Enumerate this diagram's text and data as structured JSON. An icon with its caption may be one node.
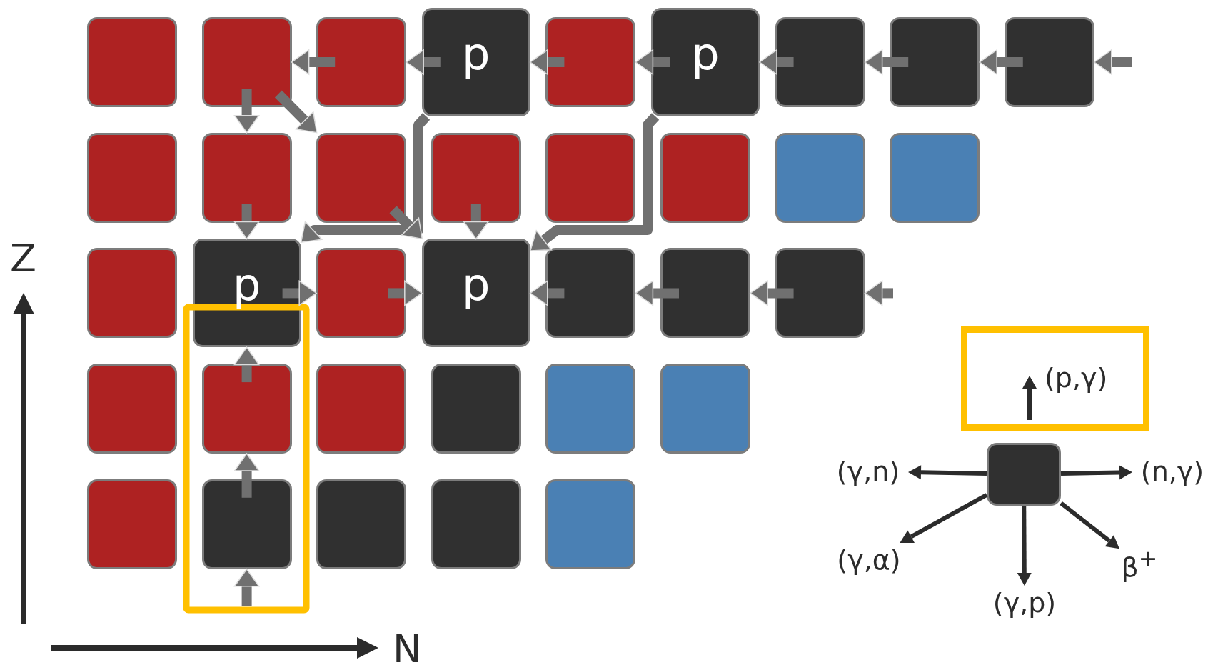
{
  "diagram": {
    "nodes": [
      {
        "text": [],
        "shape": "box"
      },
      {
        "text": [],
        "shape": "box"
      },
      {
        "text": [],
        "shape": "box"
      },
      {
        "text": [
          "p"
        ]
      },
      {
        "text": [],
        "shape": "box"
      },
      {
        "text": [
          "p"
        ]
      },
      {
        "text": [],
        "shape": "box"
      },
      {
        "text": [],
        "shape": "box"
      },
      {
        "text": [],
        "shape": "box"
      },
      {
        "text": [],
        "shape": "box"
      },
      {
        "text": [],
        "shape": "box"
      },
      {
        "text": [],
        "shape": "box"
      },
      {
        "text": [],
        "shape": "box"
      },
      {
        "text": [],
        "shape": "box"
      },
      {
        "text": [],
        "shape": "box"
      },
      {
        "text": [],
        "shape": "box"
      },
      {
        "text": [],
        "shape": "box"
      },
      {
        "text": [],
        "shape": "box"
      },
      {
        "text": [
          "p"
        ]
      },
      {
        "text": [],
        "shape": "box"
      },
      {
        "text": [
          "p"
        ]
      },
      {
        "text": [],
        "shape": "box"
      },
      {
        "text": [],
        "shape": "box"
      },
      {
        "text": [],
        "shape": "box"
      },
      {
        "text": [],
        "shape": "box"
      },
      {
        "text": [],
        "shape": "box"
      },
      {
        "text": [],
        "shape": "box"
      },
      {
        "text": [],
        "shape": "box"
      },
      {
        "text": [],
        "shape": "box"
      },
      {
        "text": [],
        "shape": "box"
      },
      {
        "text": [],
        "shape": "box"
      },
      {
        "text": [],
        "shape": "box"
      },
      {
        "text": [],
        "shape": "box"
      },
      {
        "text": [],
        "shape": "box"
      },
      {
        "text": [],
        "shape": "box"
      },
      {
        "text": [
          "(p,γ)"
        ]
      },
      {
        "text": [],
        "shape": "box"
      },
      {
        "text": [
          "(γ,n)"
        ]
      },
      {
        "text": [
          "(n,γ)"
        ]
      },
      {
        "text": [
          "(γ,α)"
        ]
      },
      {
        "text": [
          "(γ,p)"
        ]
      },
      {
        "text": [
          "β$^{+}$"
        ]
      }
    ],
    "edges": [
      {
        "from": null,
        "to": 8,
        "arrow": "to"
      },
      {
        "from": 8,
        "to": 7,
        "arrow": "to"
      },
      {
        "from": 7,
        "to": 6,
        "arrow": "to"
      },
      {
        "from": 6,
        "to": 5,
        "arrow": "to"
      },
      {
        "from": 5,
        "to": 4,
        "arrow": "to"
      },
      {
        "from": 4,
        "to": 3,
        "arrow": "to"
      },
      {
        "from": 3,
        "to": 2,
        "arrow": "to"
      },
      {
        "from": 2,
        "to": 1,
        "arrow": "to"
      },
      {
        "from": 5,
        "to": 20,
        "arrow": "to"
      },
      {
        "from": 3,
        "to": 18,
        "arrow": "to"
      },
      {
        "from": 1,
        "to": 10,
        "arrow": "to"
      },
      {
        "from": 1,
        "to": 11,
        "arrow": "to"
      },
      {
        "from": 10,
        "to": 18,
        "arrow": "to"
      },
      {
        "from": 11,
        "to": 20,
        "arrow": "to"
      },
      {
        "from": 12,
        "to": 20,
        "arrow": "to"
      },
      {
        "from": 18,
        "to": 19,
        "arrow": "to"
      },
      {
        "from": 19,
        "to": 20,
        "arrow": "to"
      },
      {
        "from": null,
        "to": 23,
        "arrow": "to"
      },
      {
        "from": 23,
        "to": 22,
        "arrow": "to"
      },
      {
        "from": 22,
        "to": 21,
        "arrow": "to"
      },
      {
        "from": 21,
        "to": 20,
        "arrow": "to"
      },
      {
        "from": null,
        "to": 31,
        "arrow": "to"
      },
      {
        "from": 31,
        "to": 25,
        "arrow": "to"
      },
      {
        "from": 25,
        "to": 18,
        "arrow": "to"
      },
      {
        "from": 36,
        "to": 37,
        "arrow": "to",
        "color": "#2b2b2b"
      },
      {
        "from": 36,
        "to": 38,
        "arrow": "to",
        "color": "#2b2b2b"
      },
      {
        "from": 36,
        "to": 39,
        "arrow": "to",
        "color": "#2b2b2b"
      },
      {
        "from": 36,
        "to": 40,
        "arrow": "to",
        "color": "#2b2b2b"
      },
      {
        "from": 36,
        "to": 41,
        "arrow": "to",
        "color": "#2b2b2b"
      }
    ],
    "labels": [
      "Z",
      "N"
    ]
  }
}
